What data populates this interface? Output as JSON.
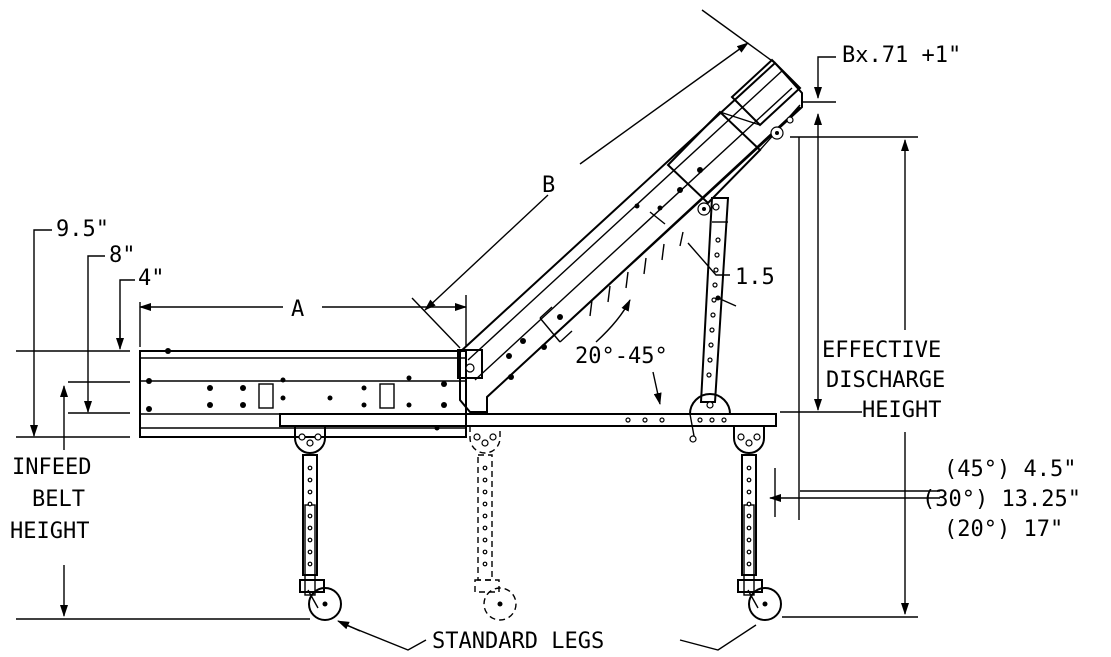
{
  "labels": {
    "dim_b": "B",
    "dim_a": "A",
    "dim_b_extension": "Bx.71 +1\"",
    "dim_9_5": "9.5\"",
    "dim_8": "8\"",
    "dim_4": "4\"",
    "dim_1_5": "1.5",
    "angle_range": "20°-45°",
    "effective_line1": "EFFECTIVE",
    "effective_line2": "DISCHARGE",
    "effective_line3": "HEIGHT",
    "infeed_line1": "INFEED",
    "infeed_line2": "BELT",
    "infeed_line3": "HEIGHT",
    "angle_45": "(45°) 4.5\"",
    "angle_30": "(30°) 13.25\"",
    "angle_20": "(20°) 17\"",
    "standard_legs": "STANDARD LEGS"
  }
}
